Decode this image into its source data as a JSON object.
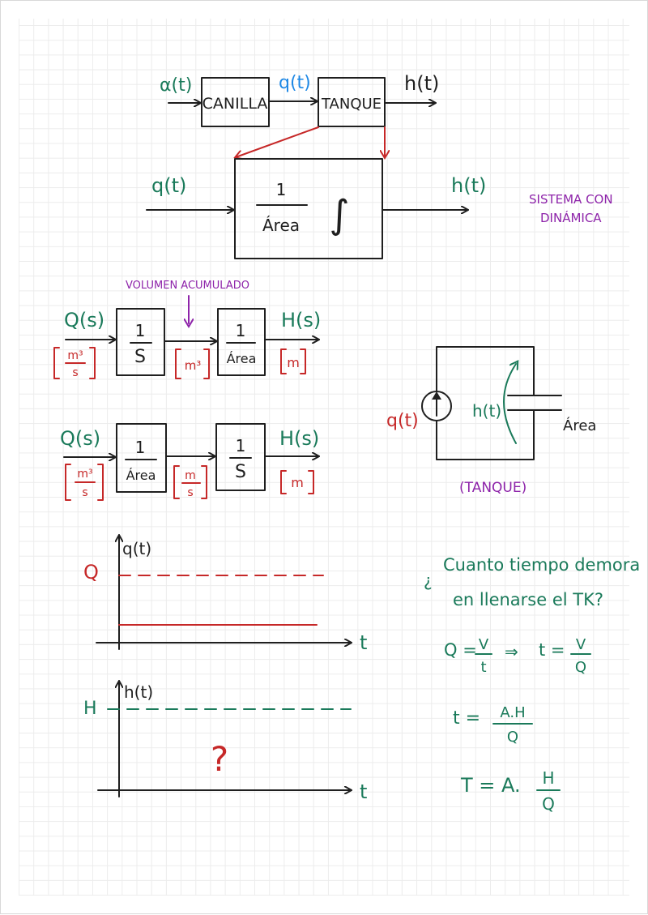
{
  "colors": {
    "ink": "#1f1f1f",
    "green": "#1a7a5a",
    "blue": "#1e88e5",
    "red": "#c62828",
    "purple": "#8e24aa"
  },
  "top_diagram": {
    "alpha_input": "α(t)",
    "canilla": "CANILLA",
    "q_signal": "q(t)",
    "tanque": "TANQUE",
    "h_output": "h(t)"
  },
  "integrator_block": {
    "input": "q(t)",
    "num": "1",
    "den": "Área",
    "integral": "∫",
    "output": "h(t)"
  },
  "note_dynamic": {
    "line1": "SISTEMA CON",
    "line2": "DINÁMICA"
  },
  "diagram_a": {
    "annotation": "VOLUMEN ACUMULADO",
    "input": "Q(s)",
    "input_unit_num": "m³",
    "input_unit_den": "s",
    "block1_num": "1",
    "block1_den": "S",
    "mid_unit": "m³",
    "block2_num": "1",
    "block2_den": "Área",
    "output": "H(s)",
    "output_unit": "m"
  },
  "diagram_b": {
    "input": "Q(s)",
    "input_unit_num": "m³",
    "input_unit_den": "s",
    "block1_num": "1",
    "block1_den": "Área",
    "mid_unit_num": "m",
    "mid_unit_den": "s",
    "block2_num": "1",
    "block2_den": "S",
    "output": "H(s)",
    "output_unit": "m"
  },
  "circuit": {
    "source_label": "q(t)",
    "height_label": "h(t)",
    "area_label": "Área",
    "caption": "(TANQUE)"
  },
  "plot_q": {
    "ylabel": "q(t)",
    "level": "Q",
    "xlabel": "t"
  },
  "plot_h": {
    "ylabel": "h(t)",
    "level": "H",
    "xlabel": "t",
    "unknown": "?"
  },
  "question": {
    "mark": "¿",
    "line1": "Cuanto tiempo demora",
    "line2": "en llenarse el TK?"
  },
  "equations": {
    "eq1_lhs": "Q =",
    "eq1_num": "V",
    "eq1_den": "t",
    "eq1_arrow": "⇒",
    "eq1_rhs_lhs": "t =",
    "eq1_rhs_num": "V",
    "eq1_rhs_den": "Q",
    "eq2_lhs": "t =",
    "eq2_num": "A.H",
    "eq2_den": "Q",
    "eq3_lhs": "T = A.",
    "eq3_num": "H",
    "eq3_den": "Q"
  }
}
